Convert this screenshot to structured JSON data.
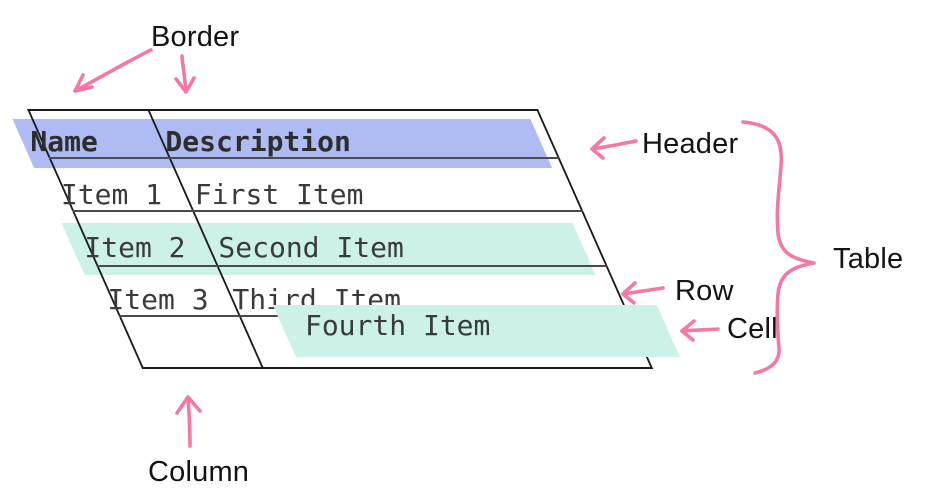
{
  "labels": {
    "border": "Border",
    "header": "Header",
    "row": "Row",
    "cell": "Cell",
    "table": "Table",
    "column": "Column"
  },
  "table": {
    "header": [
      "Name",
      "Description"
    ],
    "rows": [
      [
        "Item 1",
        "First Item"
      ],
      [
        "Item 2",
        "Second Item"
      ],
      [
        "Item 3",
        "Third Item"
      ],
      [
        "",
        "Fourth Item"
      ]
    ]
  },
  "colors": {
    "accent_pink": "#f478a2",
    "header_highlight": "#aebcf3",
    "row_highlight": "#ccf1e8",
    "cell_highlight": "#ccf1e8",
    "border_dark": "#1a1a1a",
    "gridline": "#4a4a4a",
    "table_text": "#3a3a3a",
    "header_text": "#2d2d2d",
    "label_text": "#141414"
  }
}
